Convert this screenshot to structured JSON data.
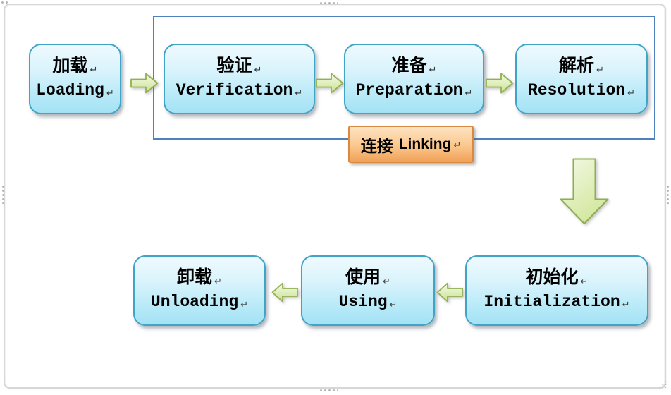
{
  "diagram": {
    "return_mark": "↵",
    "boxes": [
      {
        "id": "loading",
        "zh": "加载",
        "en": "Loading"
      },
      {
        "id": "verification",
        "zh": "验证",
        "en": "Verification"
      },
      {
        "id": "preparation",
        "zh": "准备",
        "en": "Preparation"
      },
      {
        "id": "resolution",
        "zh": "解析",
        "en": "Resolution"
      },
      {
        "id": "initialization",
        "zh": "初始化",
        "en": "Initialization"
      },
      {
        "id": "using",
        "zh": "使用",
        "en": "Using"
      },
      {
        "id": "unloading",
        "zh": "卸载",
        "en": "Unloading"
      }
    ],
    "linking_group": {
      "zh": "连接",
      "en": "Linking"
    },
    "arrows": [
      {
        "icon": "arrow-right-icon",
        "from": "loading",
        "to": "verification"
      },
      {
        "icon": "arrow-right-icon",
        "from": "verification",
        "to": "preparation"
      },
      {
        "icon": "arrow-right-icon",
        "from": "preparation",
        "to": "resolution"
      },
      {
        "icon": "arrow-down-icon",
        "from": "resolution",
        "to": "initialization"
      },
      {
        "icon": "arrow-left-icon",
        "from": "initialization",
        "to": "using"
      },
      {
        "icon": "arrow-left-icon",
        "from": "using",
        "to": "unloading"
      }
    ],
    "colors": {
      "process_box_border": "#41a3c5",
      "process_box_fill_top": "#eefafe",
      "process_box_fill_bottom": "#a3e2f5",
      "group_border": "#4f81bd",
      "arrow_border": "#93b053",
      "arrow_fill_top": "#f5fae9",
      "arrow_fill_bottom": "#cbe291",
      "label_border": "#d98a42",
      "label_fill_top": "#fde3c2",
      "label_fill_bottom": "#f0a158"
    }
  }
}
